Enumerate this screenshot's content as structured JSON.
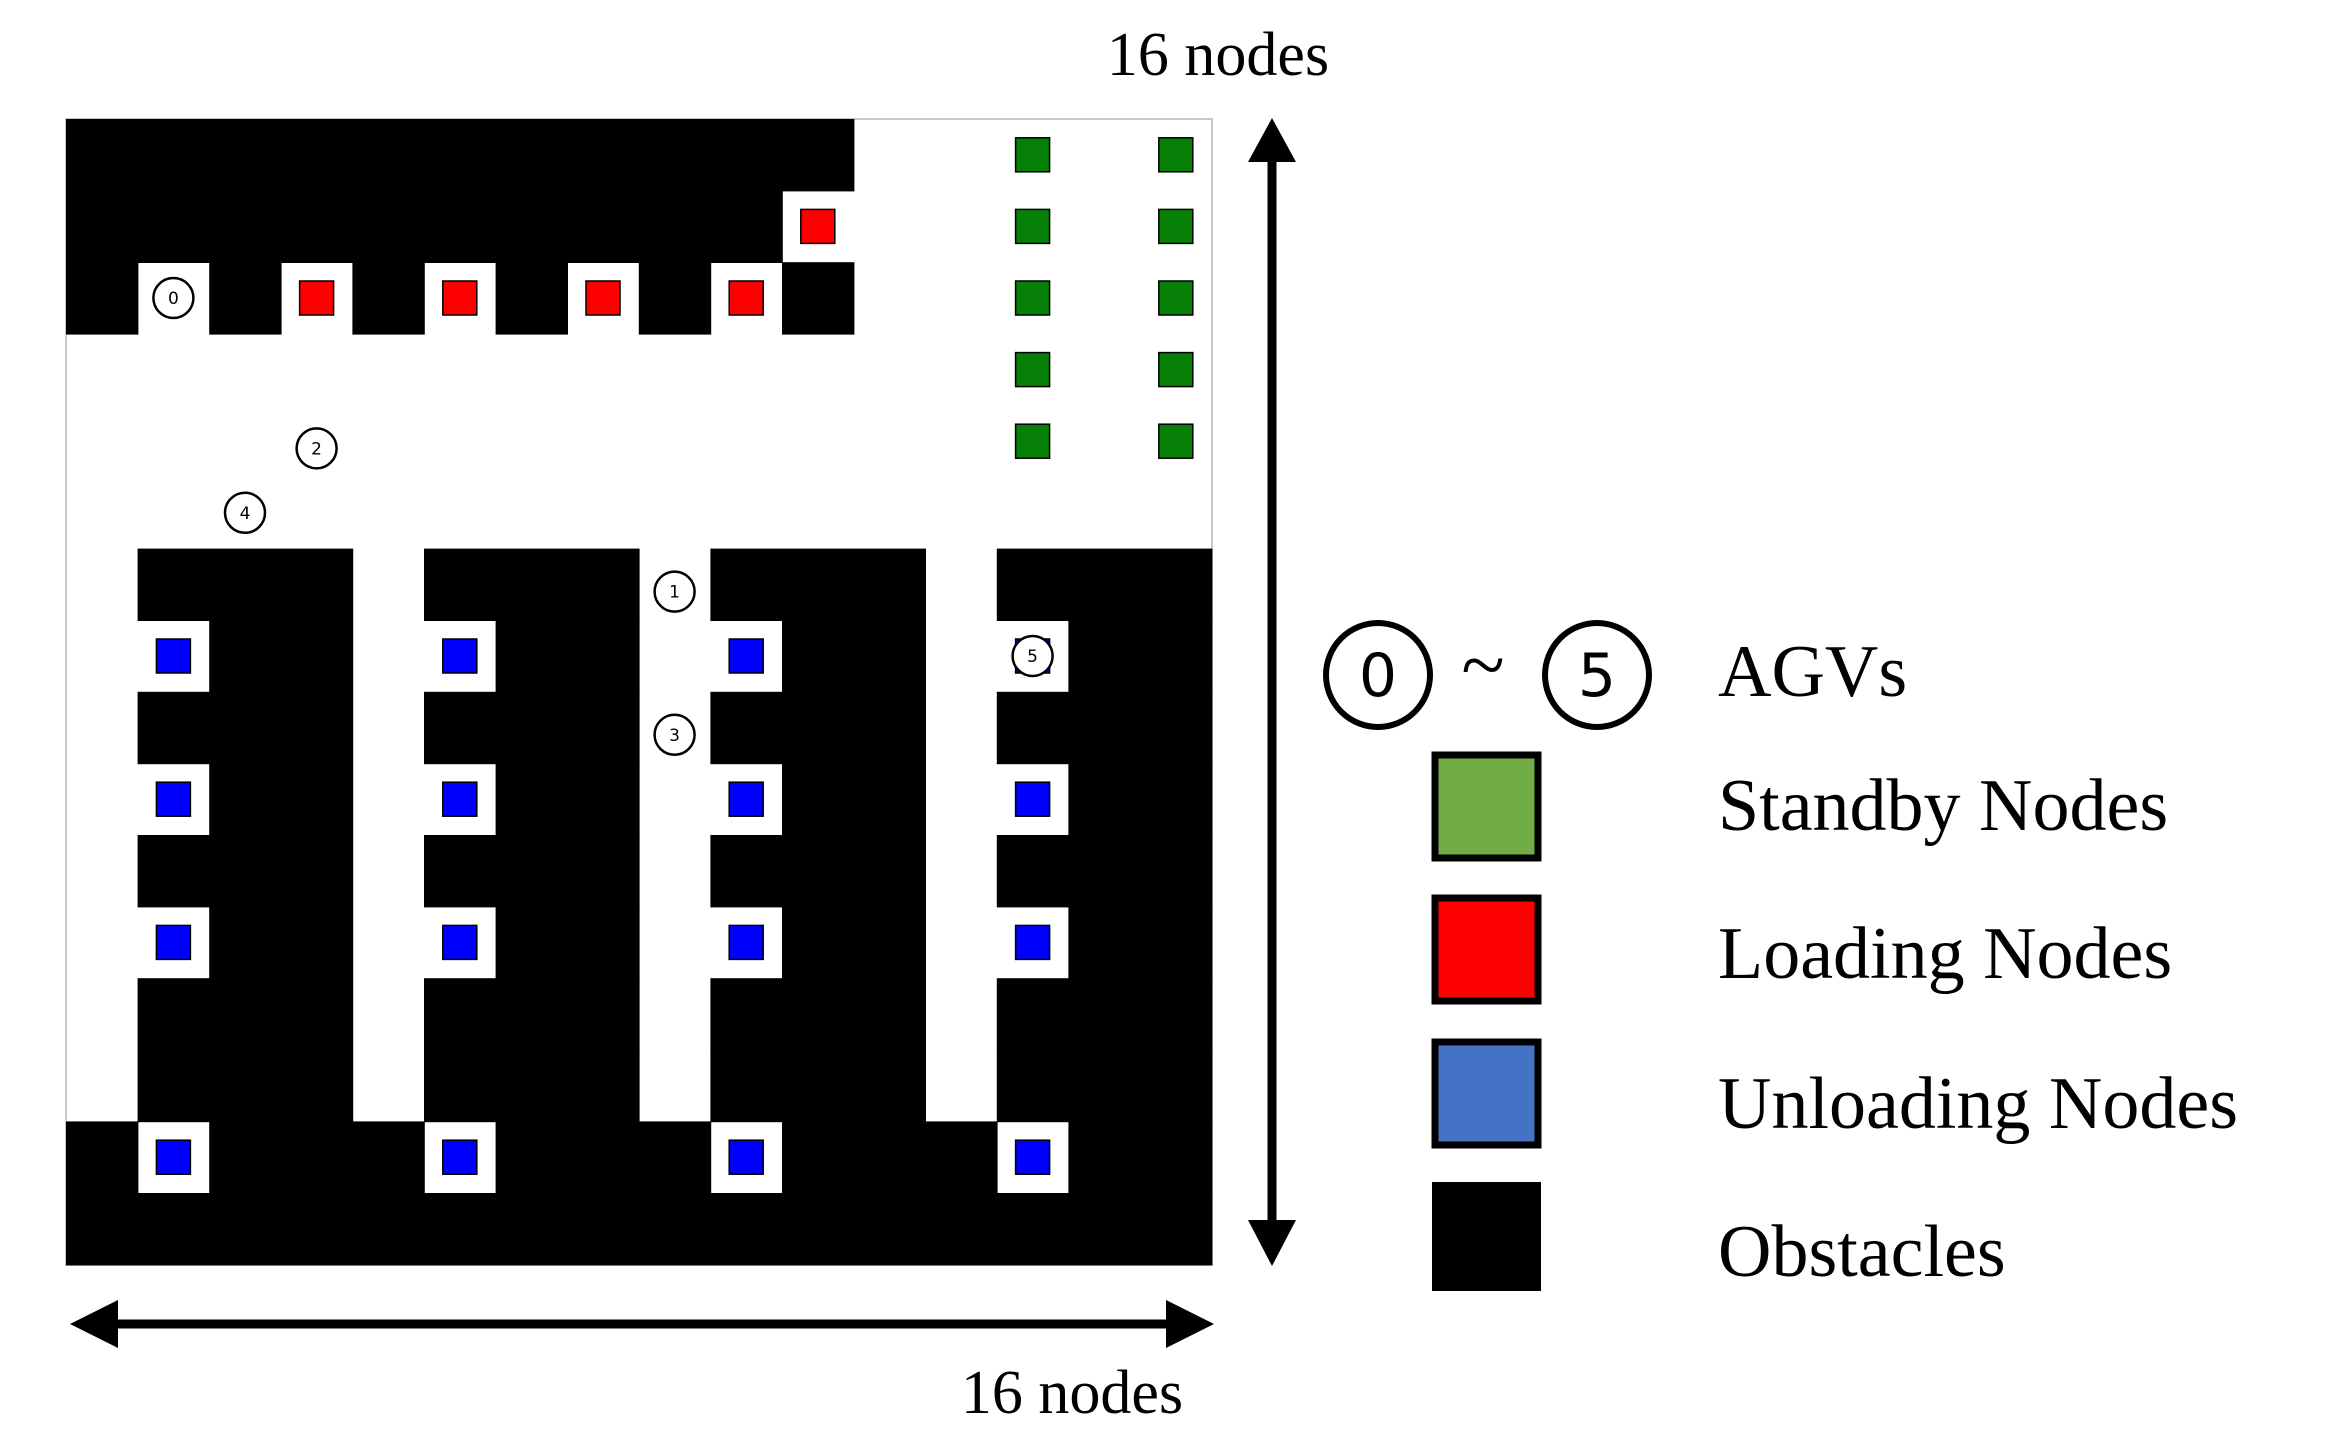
{
  "grid": {
    "cols": 16,
    "rows": 16,
    "obstacles": [
      [
        0,
        0
      ],
      [
        1,
        0
      ],
      [
        2,
        0
      ],
      [
        3,
        0
      ],
      [
        4,
        0
      ],
      [
        5,
        0
      ],
      [
        6,
        0
      ],
      [
        7,
        0
      ],
      [
        8,
        0
      ],
      [
        9,
        0
      ],
      [
        10,
        0
      ],
      [
        0,
        1
      ],
      [
        1,
        1
      ],
      [
        2,
        1
      ],
      [
        3,
        1
      ],
      [
        4,
        1
      ],
      [
        5,
        1
      ],
      [
        6,
        1
      ],
      [
        7,
        1
      ],
      [
        8,
        1
      ],
      [
        9,
        1
      ],
      [
        0,
        2
      ],
      [
        2,
        2
      ],
      [
        4,
        2
      ],
      [
        6,
        2
      ],
      [
        8,
        2
      ],
      [
        10,
        2
      ],
      [
        1,
        6
      ],
      [
        2,
        6
      ],
      [
        3,
        6
      ],
      [
        5,
        6
      ],
      [
        6,
        6
      ],
      [
        7,
        6
      ],
      [
        9,
        6
      ],
      [
        10,
        6
      ],
      [
        11,
        6
      ],
      [
        13,
        6
      ],
      [
        14,
        6
      ],
      [
        15,
        6
      ],
      [
        2,
        7
      ],
      [
        3,
        7
      ],
      [
        6,
        7
      ],
      [
        7,
        7
      ],
      [
        10,
        7
      ],
      [
        11,
        7
      ],
      [
        14,
        7
      ],
      [
        15,
        7
      ],
      [
        1,
        8
      ],
      [
        2,
        8
      ],
      [
        3,
        8
      ],
      [
        5,
        8
      ],
      [
        6,
        8
      ],
      [
        7,
        8
      ],
      [
        9,
        8
      ],
      [
        10,
        8
      ],
      [
        11,
        8
      ],
      [
        13,
        8
      ],
      [
        14,
        8
      ],
      [
        15,
        8
      ],
      [
        2,
        9
      ],
      [
        3,
        9
      ],
      [
        6,
        9
      ],
      [
        7,
        9
      ],
      [
        10,
        9
      ],
      [
        11,
        9
      ],
      [
        14,
        9
      ],
      [
        15,
        9
      ],
      [
        1,
        10
      ],
      [
        2,
        10
      ],
      [
        3,
        10
      ],
      [
        5,
        10
      ],
      [
        6,
        10
      ],
      [
        7,
        10
      ],
      [
        9,
        10
      ],
      [
        10,
        10
      ],
      [
        11,
        10
      ],
      [
        13,
        10
      ],
      [
        14,
        10
      ],
      [
        15,
        10
      ],
      [
        2,
        11
      ],
      [
        3,
        11
      ],
      [
        6,
        11
      ],
      [
        7,
        11
      ],
      [
        10,
        11
      ],
      [
        11,
        11
      ],
      [
        14,
        11
      ],
      [
        15,
        11
      ],
      [
        1,
        12
      ],
      [
        2,
        12
      ],
      [
        3,
        12
      ],
      [
        5,
        12
      ],
      [
        6,
        12
      ],
      [
        7,
        12
      ],
      [
        9,
        12
      ],
      [
        10,
        12
      ],
      [
        11,
        12
      ],
      [
        13,
        12
      ],
      [
        14,
        12
      ],
      [
        15,
        12
      ],
      [
        1,
        13
      ],
      [
        2,
        13
      ],
      [
        3,
        13
      ],
      [
        5,
        13
      ],
      [
        6,
        13
      ],
      [
        7,
        13
      ],
      [
        9,
        13
      ],
      [
        10,
        13
      ],
      [
        11,
        13
      ],
      [
        13,
        13
      ],
      [
        14,
        13
      ],
      [
        15,
        13
      ],
      [
        0,
        14
      ],
      [
        2,
        14
      ],
      [
        3,
        14
      ],
      [
        4,
        14
      ],
      [
        6,
        14
      ],
      [
        7,
        14
      ],
      [
        8,
        14
      ],
      [
        10,
        14
      ],
      [
        11,
        14
      ],
      [
        12,
        14
      ],
      [
        14,
        14
      ],
      [
        15,
        14
      ],
      [
        0,
        15
      ],
      [
        1,
        15
      ],
      [
        2,
        15
      ],
      [
        3,
        15
      ],
      [
        4,
        15
      ],
      [
        5,
        15
      ],
      [
        6,
        15
      ],
      [
        7,
        15
      ],
      [
        8,
        15
      ],
      [
        9,
        15
      ],
      [
        10,
        15
      ],
      [
        11,
        15
      ],
      [
        12,
        15
      ],
      [
        13,
        15
      ],
      [
        14,
        15
      ],
      [
        15,
        15
      ]
    ],
    "standby_nodes": [
      [
        13,
        0
      ],
      [
        15,
        0
      ],
      [
        13,
        1
      ],
      [
        15,
        1
      ],
      [
        13,
        2
      ],
      [
        15,
        2
      ],
      [
        13,
        3
      ],
      [
        15,
        3
      ],
      [
        13,
        4
      ],
      [
        15,
        4
      ]
    ],
    "loading_nodes": [
      [
        10,
        1
      ],
      [
        3,
        2
      ],
      [
        5,
        2
      ],
      [
        7,
        2
      ],
      [
        9,
        2
      ]
    ],
    "unloading_nodes": [
      [
        1,
        7
      ],
      [
        5,
        7
      ],
      [
        9,
        7
      ],
      [
        13,
        7
      ],
      [
        1,
        9
      ],
      [
        5,
        9
      ],
      [
        9,
        9
      ],
      [
        13,
        9
      ],
      [
        1,
        11
      ],
      [
        5,
        11
      ],
      [
        9,
        11
      ],
      [
        13,
        11
      ],
      [
        1,
        14
      ],
      [
        5,
        14
      ],
      [
        9,
        14
      ],
      [
        13,
        14
      ]
    ],
    "agvs": [
      {
        "id": "0",
        "col": 1.5,
        "row": 2.5
      },
      {
        "id": "1",
        "col": 8.5,
        "row": 6.6
      },
      {
        "id": "2",
        "col": 3.5,
        "row": 4.6
      },
      {
        "id": "3",
        "col": 8.5,
        "row": 8.6
      },
      {
        "id": "4",
        "col": 2.5,
        "row": 5.5
      },
      {
        "id": "5",
        "col": 13.5,
        "row": 7.5
      }
    ]
  },
  "dimension_labels": {
    "top": "16 nodes",
    "bottom": "16 nodes"
  },
  "legend": {
    "agv_from": "0",
    "agv_tilde": "~",
    "agv_to": "5",
    "agvs": "AGVs",
    "standby": "Standby Nodes",
    "loading": "Loading Nodes",
    "unloading": "Unloading Nodes",
    "obstacles": "Obstacles"
  },
  "colors": {
    "obstacle": "#000000",
    "standby": "#078007",
    "loading": "#ff0000",
    "unloading": "#0000ff",
    "legend_standby": "#70ad47",
    "legend_loading": "#ff0000",
    "legend_unloading": "#4472c4"
  }
}
